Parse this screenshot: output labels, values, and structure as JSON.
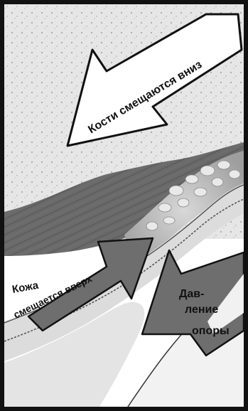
{
  "labels": {
    "bones": "Кости смещаются вниз",
    "skin_line1": "Кожа",
    "skin_line2": "смещается вверх",
    "pressure_line1": "Дав-",
    "pressure_line2": "ление",
    "pressure_line3": "опоры"
  },
  "colors": {
    "background": "#ffffff",
    "border": "#111111",
    "bone_fill": "#e6e6e6",
    "muscle_fill": "#6a6a6a",
    "fat_fill": "#bdbdbd",
    "skin_fill": "#dcdcdc",
    "support_fill": "#f2f2f2",
    "arrow_light_fill": "#ffffff",
    "arrow_dark_fill": "#6e6e6e",
    "text": "#111111"
  },
  "icons": {
    "bones_arrow": "arrow-down-left-icon",
    "skin_arrow": "arrow-up-right-icon",
    "pressure_arrow": "arrow-up-left-icon"
  }
}
